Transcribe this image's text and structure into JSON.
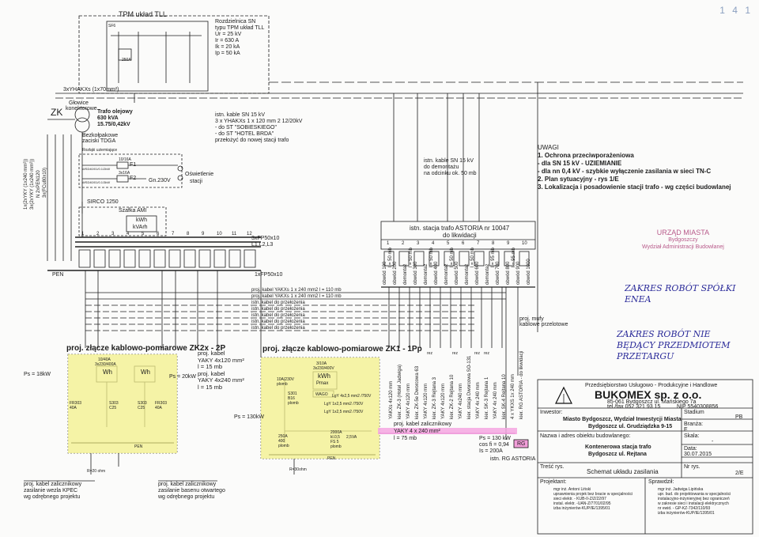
{
  "page_marker": "1 4 1",
  "tpm": {
    "title": "TPM układ TLL",
    "label_sf6": "SF6",
    "label_250a": "250A",
    "spec": [
      "Rozdzielnica SN",
      "typu TPM układ TLL",
      "Ur = 25 kV",
      "Ir = 630 A",
      "Ik = 20 kA",
      "Ip = 50 kA"
    ]
  },
  "cable_top": "3xYHAKXs (1x70mm²)",
  "transformer": {
    "glowice": [
      "Głowice",
      "konektorowe"
    ],
    "zk": "ZK",
    "spec": [
      "Trafo olejowy",
      "630 kVA",
      "15.75/0,42kV"
    ],
    "fuses": [
      "Bezkołpakowe",
      "zaciski TDGA"
    ],
    "earth": "Rozłąki uziemiające"
  },
  "istn_sn_top": [
    "istn. kable SN 15 kV",
    "3 x YHAKXs 1 x 120 mm 2 12/20kV",
    "- do ST \"SOBIESKIEGO\"",
    "- do ST \"HOTEL BRDA\"",
    "przełożyć do nowej stacji trafo"
  ],
  "left_feeders": [
    "1x(2xYKY (1x240 mm²))",
    "3x(2xYKY (1x240 mm²))",
    "N 2xPEN120",
    "3x(FCu80x10)"
  ],
  "oswietlenie": {
    "f1": "F1",
    "f2": "F2",
    "f1a": "10/16A",
    "f2a": "3x16A",
    "wsd": [
      "WSD40/01/0.1/2kW",
      "WSD40/01/0.1/3kW"
    ],
    "gn": "Gn.230V",
    "label": [
      "Oświetlenie",
      "stacji"
    ]
  },
  "sirco": "SIRCO 1250",
  "szafka": "Szafka AMI",
  "meters": [
    "kWh",
    "kVArh"
  ],
  "main_bus": {
    "fields": [
      "1",
      "2",
      "3",
      "4",
      "5",
      "6",
      "7",
      "8",
      "9",
      "10",
      "11",
      "12"
    ],
    "bus_label": "3xFP50x10",
    "bus_sub": "L1,L2,L3",
    "pen": "PEN",
    "pen_bar": "1xFP50x10"
  },
  "istn_sn_mid": [
    "istn. kable SN 15 kV",
    "do demontażu",
    "na odcinku ok. 50 mb"
  ],
  "uwagi": {
    "title": "UWAGI",
    "items": [
      "1. Ochrona przeciwporażeniowa",
      "- dla SN 15 kV - UZIEMIANIE",
      "- dla nn 0,4 kV - szybkie wyłączenie zasilania w sieci TN-C",
      "2. Plan sytuacyjny - rys 1/E",
      "3. Lokalizacja i posadowienie stacji trafo - wg części budowlanej"
    ]
  },
  "astoria": {
    "title": [
      "istn. stacja trafo ASTORIA nr 10047",
      "do likwidacji"
    ],
    "fields": [
      "1",
      "2",
      "3",
      "4",
      "5",
      "6",
      "7",
      "8",
      "9",
      "10"
    ],
    "circuits": [
      "obwód 100",
      "obwód 200",
      "demontaż",
      "obwód 300",
      "demontaż",
      "obwód 400",
      "demontaż",
      "obwód 500",
      "demontaż",
      "obwód 600",
      "demontaż",
      "obwód 700",
      "obwód 800",
      "obwód 900",
      "obwód 1000"
    ],
    "lengths": [
      "l = 50 mb",
      "l = 50 mb",
      "l = 50 mb",
      "l = 50 mb",
      "l = 50 mb",
      "l = 95 mb",
      "l = 95 mb"
    ]
  },
  "proj_lines": [
    "proj. kabel YAKXs 1 x 240 mm2 l = 110 mb",
    "proj. kabel YAKXs 1 x 240 mm2 l = 110 mb",
    "istn. kabel do przełożenia",
    "istn. kabel do przełożenia",
    "istn. kabel do przełożenia",
    "istn. kabel do przełożenia",
    "istn. kabel do przełożenia"
  ],
  "mufy": [
    "proj. mufy",
    "kablowe przelotowe"
  ],
  "zk2": {
    "title": "proj. złącze kablowo-pomiarowe  ZK2x - 2P",
    "ps": "Ps = 18kW",
    "ps2": "Ps = 20kW",
    "top_rating": [
      "10/40A",
      "3x230/400A"
    ],
    "meters": [
      "Wh",
      "Wh"
    ],
    "s303": [
      "S303",
      "C25"
    ],
    "s303b": [
      "S303",
      "C25"
    ],
    "fr": [
      "FR303",
      "40A"
    ],
    "fr2": [
      "FR303",
      "40A"
    ],
    "r": "R=20 ohm",
    "pen": "PEN"
  },
  "proj_kabel_mid": [
    "proj. kabel",
    "YAKY 4x120 mm²",
    "l = 15 mb",
    "proj. kabel",
    "YAKY 4x240 mm²",
    "l = 15 mb"
  ],
  "zk1": {
    "title": "proj. złącze kablowo-pomiarowe ZK1 - 1Pp",
    "ps": "Ps = 130kW",
    "rating": [
      "3/10A",
      "3x230/400V"
    ],
    "meter": [
      "kWh",
      "Pmax"
    ],
    "wago": "WAGO",
    "pomiar": [
      "10A/230V",
      "plomb"
    ],
    "s301": [
      "S301",
      "B16",
      "plomb"
    ],
    "lgy": [
      "LgY 4x2,5 mm2 /750V",
      "LgY 1x2,5 mm2 /750V",
      "LgY 1x2,5 mm2 /750V"
    ],
    "rtr": [
      "250A",
      "400",
      "plomb"
    ],
    "fuse": [
      "2000A",
      "kl.0,5",
      "FS 5",
      "plomb"
    ],
    "ratio": "2,5VA",
    "r": "R=30ohm",
    "pen": "PEN"
  },
  "pink_cable": [
    "proj. kabel zalicznikowy",
    "YAKY 4 x 240 mm²",
    "l = 75 mb"
  ],
  "astoria_ps": [
    "Ps = 130 kW",
    "cos fi = 0,94",
    "Is = 200A"
  ],
  "rg": "RG",
  "istn_rg": "istn. RG ASTORIA",
  "kier_labels": [
    "YAKXs 4x120 mm",
    "kier. ZK-3 (Hotel Jadwiga)",
    "YAKY 4x120 mm",
    "kier. ZK-5e Dworcowa 63",
    "YAKY 4x120 mm",
    "kier. ZK-3 Rejtana 3",
    "YAKY 4x120 mm",
    "kier. ZK-2 Rejtana 10",
    "YAKY 4x240 mm",
    "kier. stacja Dworcowa SO-131",
    "YAKY 4x 240 mm",
    "kier. SK-3 Rejtana 1",
    "YAKY 4x 240 mm",
    "kier. SK-4 Rejtana 10",
    "4 x YKXS 1x 240 mm",
    "kier. RG ASTORIA - do likwidacji"
  ],
  "rez_labels": [
    "rez",
    "rez",
    "rez",
    "rez"
  ],
  "bottom_notes": [
    [
      "proj. kabel zalicznikowy",
      "zasilanie wezla KPEC",
      "wg odrębnego projektu"
    ],
    [
      "proj. kabel zalicznikowy",
      "zasilanie basenu otwartego",
      "wg odrębnego projektu"
    ]
  ],
  "handwriting": [
    "ZAKRES ROBÓT SPÓŁKI ENEA",
    "ZAKRES ROBÓT NIE BĘDĄCY PRZEDMIOTEM PRZETARGU"
  ],
  "stamp": [
    "URZĄD MIASTA",
    "Bydgoszczy",
    "Wydział Administracji Budowlanej"
  ],
  "title_block": {
    "company_line": "Przedsiębiorstwo Usługowo - Produkcyjne i Handlowe",
    "company": "BUKOMEX sp. z o.o.",
    "address": [
      "85-061 Bydgoszcz ul. Mańskiego 7a",
      "tel./fax 052 321 93 15",
      "NIP 5540308856"
    ],
    "investor_label": "Inwestor:",
    "investor": [
      "Miasto Bydgoszcz, Wydział Inwestycji Miasta",
      "Bydgoszcz ul. Grudziądzka 9-15"
    ],
    "stadium_label": "Stadium",
    "stadium": "PB",
    "branza_label": "Branża:",
    "branza": "E",
    "obiekt_label": "Nazwa i adres obiektu budowlanego:",
    "obiekt": [
      "Kontenerowa stacja trafo",
      "Bydgoszcz ul. Rejtana"
    ],
    "skala_label": "Skala:",
    "skala": "-",
    "data_label": "Data:",
    "data": "30.07.2015",
    "tresc_label": "Treść rys.",
    "tresc": "Schemat układu zasilania",
    "nr_label": "Nr rys.",
    "nr": "2/E",
    "projektant_label": "Projektant:",
    "projektant": [
      "mgr inż. Antoni Liński",
      "uprawnienia projek bez bracie w specjalności",
      "sieci elektr. - KUB-II-Z/Z/22/97",
      "instal. elektr. -UAN-Z/7701/02/95",
      "izba inżynierów-KUP/IE/1395/01"
    ],
    "sprawdzil_label": "Sprawdził:",
    "sprawdzil": [
      "mgr inż. Jadwiga Lipińska",
      "upr. bud. do projektowania w specjalności",
      "instalacyjno-inżynieryjnej bez ograniczeń",
      "w zakresie sieci i instalacji elektrycznych",
      "nr ewid. - GP-KZ-7342/110/93",
      "izba inżynierów-KUP/IE/1395/01"
    ]
  }
}
